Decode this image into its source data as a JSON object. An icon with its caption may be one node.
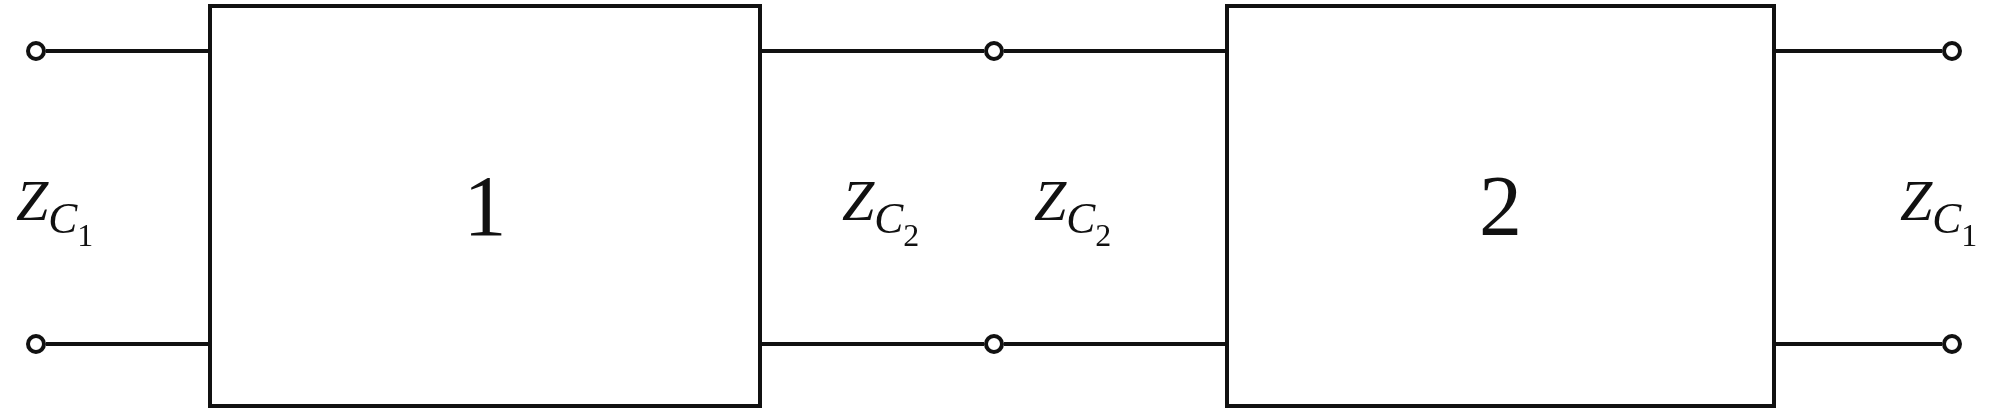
{
  "diagram": {
    "nodes": [
      {
        "text": [
          "1"
        ]
      },
      {
        "text": [
          "2"
        ]
      },
      {
        "text": [],
        "shape": "circle"
      },
      {
        "text": [],
        "shape": "circle"
      },
      {
        "text": [],
        "shape": "circle"
      },
      {
        "text": [],
        "shape": "circle"
      },
      {
        "text": [],
        "shape": "circle"
      },
      {
        "text": [],
        "shape": "circle"
      }
    ],
    "edges": [
      {
        "from": 2,
        "to": 0,
        "arrow": "none"
      },
      {
        "from": 3,
        "to": 0,
        "arrow": "none"
      },
      {
        "from": 0,
        "to": 4,
        "arrow": "none"
      },
      {
        "from": 4,
        "to": 1,
        "arrow": "none"
      },
      {
        "from": 0,
        "to": 5,
        "arrow": "none"
      },
      {
        "from": 5,
        "to": 1,
        "arrow": "none"
      },
      {
        "from": 1,
        "to": 6,
        "arrow": "none"
      },
      {
        "from": 1,
        "to": 7,
        "arrow": "none"
      }
    ],
    "labels": [
      "Z$_{C}$$_{1}$",
      "Z$_{C}$$_{2}$",
      "Z$_{C}$$_{2}$",
      "Z$_{C}$$_{1}$"
    ]
  }
}
